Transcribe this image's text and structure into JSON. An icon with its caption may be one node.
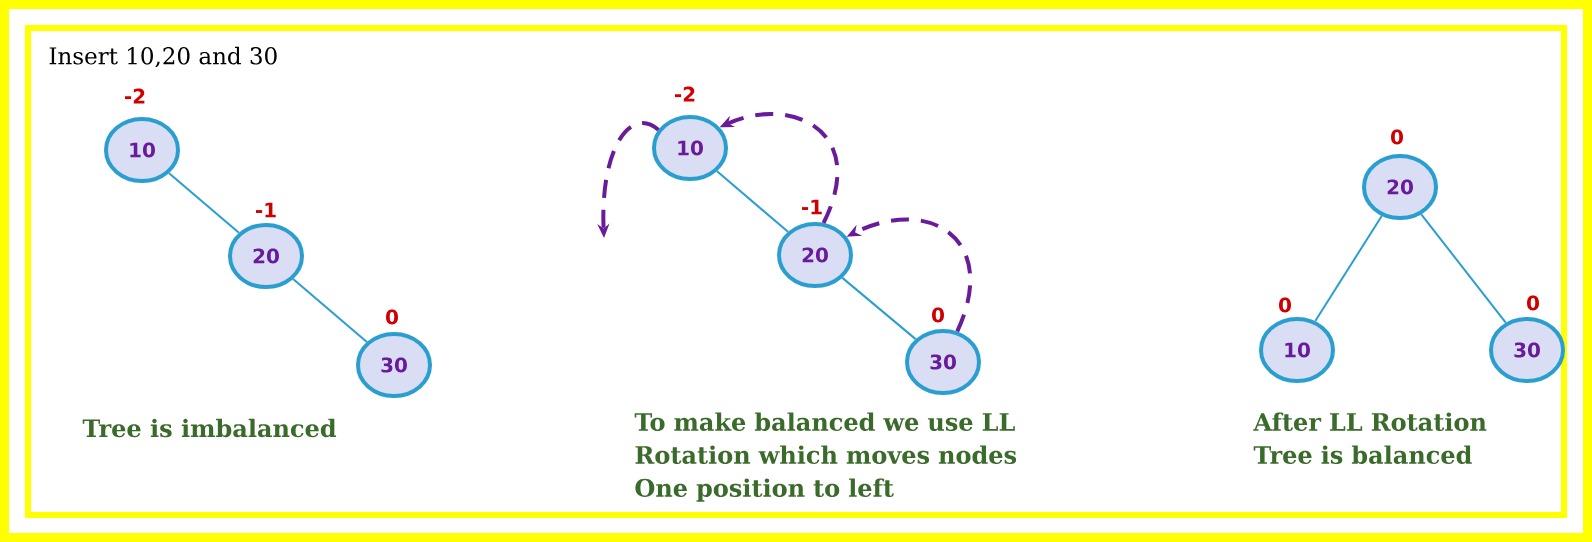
{
  "diagram": {
    "nodes": [
      {
        "text": [
          "10"
        ],
        "beside": [
          "-2"
        ]
      },
      {
        "text": [
          "20"
        ],
        "beside": [
          "-1"
        ]
      },
      {
        "text": [
          "30"
        ],
        "beside": [
          "0"
        ]
      },
      {
        "text": [
          "10"
        ],
        "beside": [
          "-2"
        ]
      },
      {
        "text": [
          "20"
        ],
        "beside": [
          "-1"
        ]
      },
      {
        "text": [
          "30"
        ],
        "beside": [
          "0"
        ]
      },
      {
        "text": [
          "20"
        ],
        "beside": [
          "0"
        ]
      },
      {
        "text": [
          "10"
        ],
        "beside": [
          "0"
        ]
      },
      {
        "text": [
          "30"
        ],
        "beside": [
          "0"
        ]
      }
    ],
    "edges": [
      {
        "from": 0,
        "to": 1,
        "arrow": "none"
      },
      {
        "from": 1,
        "to": 2,
        "arrow": "none"
      },
      {
        "from": 3,
        "to": 4,
        "arrow": "none"
      },
      {
        "from": 4,
        "to": 5,
        "arrow": "none"
      },
      {
        "from": 6,
        "to": 7,
        "arrow": "none"
      },
      {
        "from": 6,
        "to": 8,
        "arrow": "none"
      },
      {
        "from": 4,
        "to": 3,
        "arrow": "to",
        "style": "dashed",
        "color": "#6a1b9a"
      },
      {
        "from": 5,
        "to": 4,
        "arrow": "to",
        "style": "dashed",
        "color": "#6a1b9a"
      },
      {
        "from": 3,
        "to": null,
        "arrow": "to",
        "style": "dashed",
        "color": "#6a1b9a"
      }
    ],
    "labels": [
      "Insert 10,20 and 30",
      "Tree is imbalanced",
      "To make balanced we use LL Rotation which moves nodes One position to left",
      "After LL Rotation Tree is balanced"
    ]
  }
}
